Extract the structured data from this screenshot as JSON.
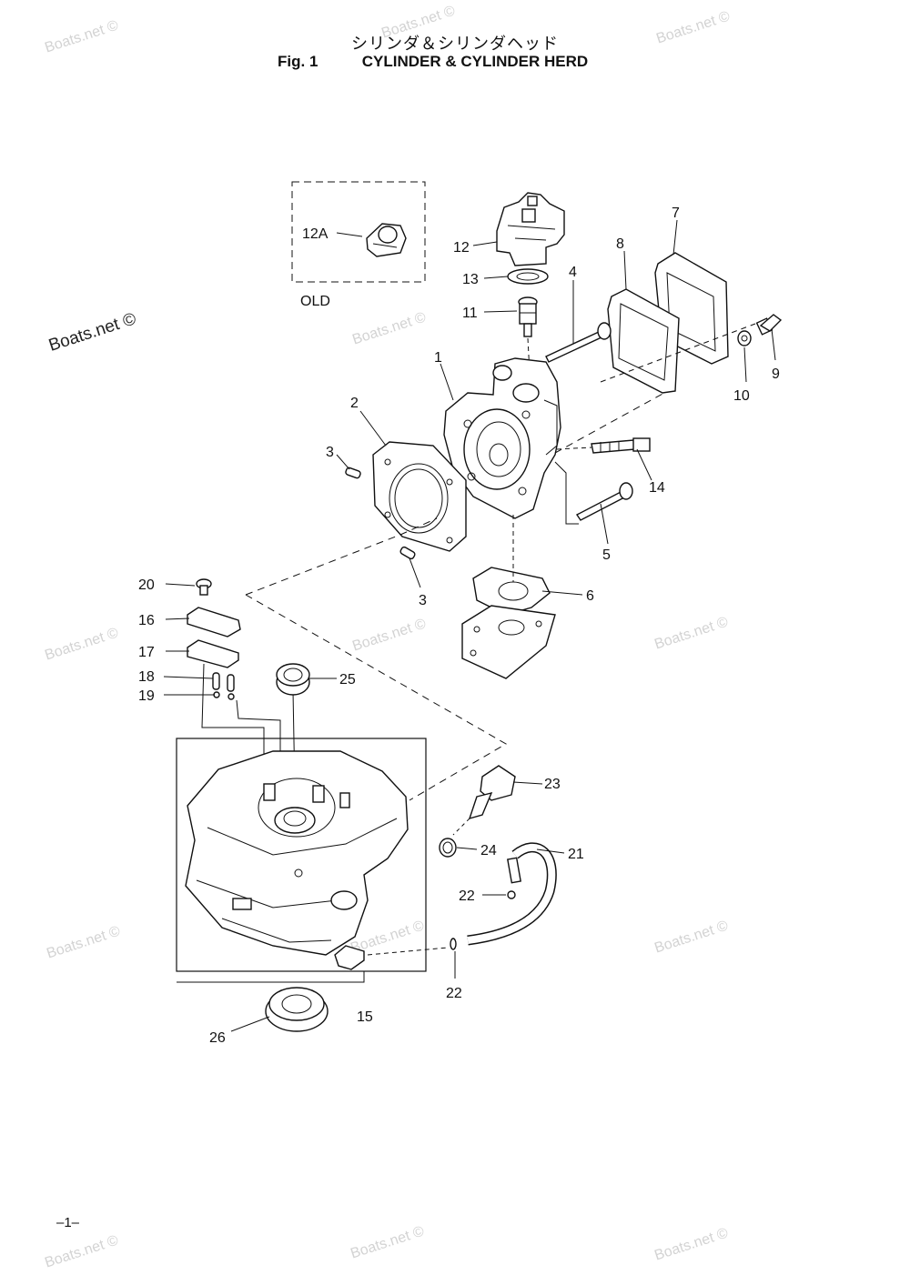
{
  "header": {
    "title_jp": "シリンダ＆シリンダヘッド",
    "fig_label": "Fig. 1",
    "title_en": "CYLINDER & CYLINDER HERD"
  },
  "inset": {
    "label": "OLD"
  },
  "callouts": {
    "c1": "1",
    "c2": "2",
    "c3a": "3",
    "c3b": "3",
    "c4": "4",
    "c5": "5",
    "c6": "6",
    "c7": "7",
    "c8": "8",
    "c9": "9",
    "c10": "10",
    "c11": "11",
    "c12": "12",
    "c12a": "12A",
    "c13": "13",
    "c14": "14",
    "c15": "15",
    "c16": "16",
    "c17": "17",
    "c18": "18",
    "c19": "19",
    "c20": "20",
    "c21": "21",
    "c22a": "22",
    "c22b": "22",
    "c23": "23",
    "c24": "24",
    "c25": "25",
    "c26": "26"
  },
  "watermark": "Boats.net ©",
  "page_number": "–1–"
}
